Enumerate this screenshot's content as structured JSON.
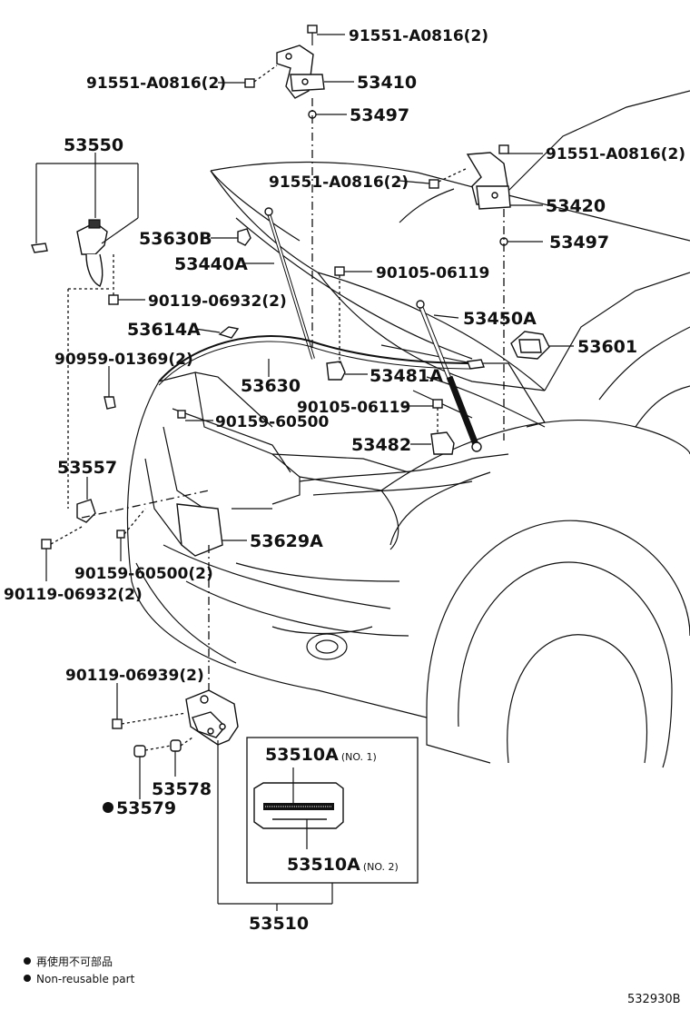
{
  "parts": {
    "p_91551_top": "91551-A0816(2)",
    "p_91551_left": "91551-A0816(2)",
    "p_53410": "53410",
    "p_53497_left": "53497",
    "p_91551_right": "91551-A0816(2)",
    "p_91551_mid": "91551-A0816(2)",
    "p_53420": "53420",
    "p_53497_right": "53497",
    "p_53550": "53550",
    "p_53630B": "53630B",
    "p_53440A": "53440A",
    "p_90105_a": "90105-06119",
    "p_90119_a": "90119-06932(2)",
    "p_53614A": "53614A",
    "p_53450A": "53450A",
    "p_53601": "53601",
    "p_90959": "90959-01369(2)",
    "p_53630": "53630",
    "p_53481A": "53481A",
    "p_90105_b": "90105-06119",
    "p_90159_a": "90159-60500",
    "p_53482": "53482",
    "p_53557": "53557",
    "p_53629A": "53629A",
    "p_90159_b": "90159-60500(2)",
    "p_90119_b": "90119-06932(2)",
    "p_90119_c": "90119-06939(2)",
    "p_53578": "53578",
    "p_53579": "53579",
    "p_53510A_1": "53510A",
    "p_53510A_1_tag": "(NO. 1)",
    "p_53510A_2": "53510A",
    "p_53510A_2_tag": "(NO. 2)",
    "p_53510": "53510"
  },
  "legend": {
    "jp": "再使用不可部品",
    "en": "Non-reusable part"
  },
  "diagram_code": "532930B"
}
